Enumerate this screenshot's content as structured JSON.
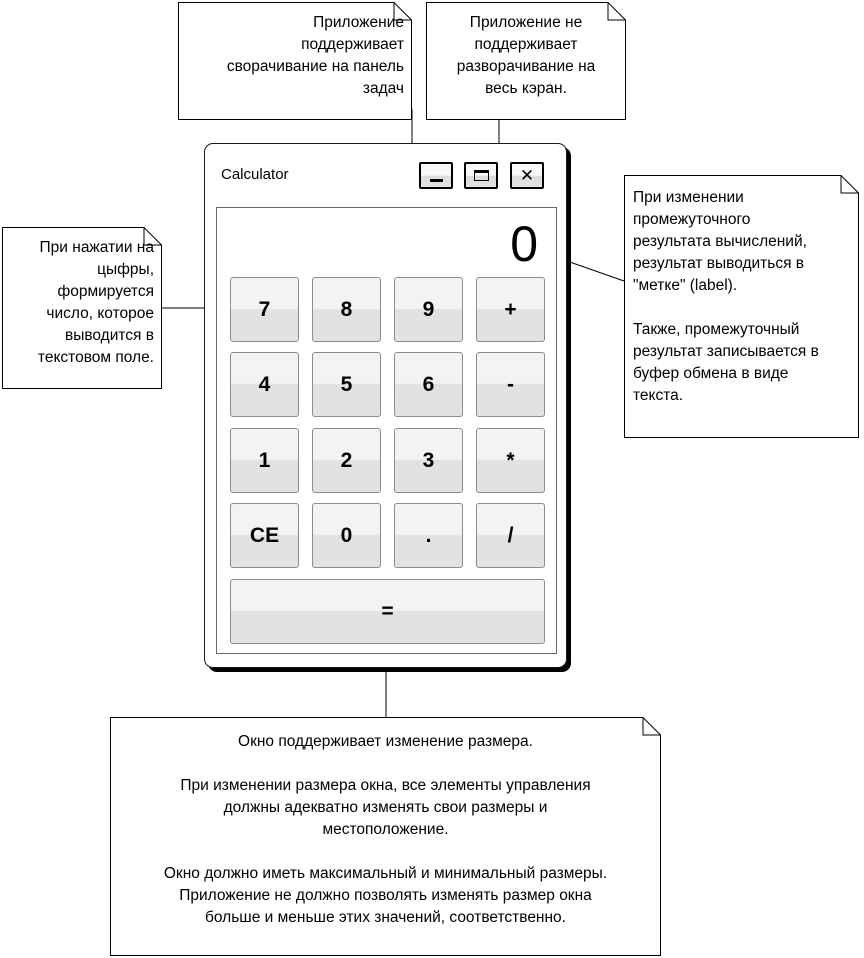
{
  "window": {
    "title": "Calculator",
    "close_glyph": "✕"
  },
  "display": {
    "value": "0"
  },
  "keypad": {
    "rows": [
      [
        "7",
        "8",
        "9",
        "+"
      ],
      [
        "4",
        "5",
        "6",
        "-"
      ],
      [
        "1",
        "2",
        "3",
        "*"
      ],
      [
        "CE",
        "0",
        ".",
        "/"
      ]
    ],
    "equals": "="
  },
  "notes": {
    "minimize": "Приложение\nподдерживает\nсворачивание на панель\nзадач",
    "maximize": "Приложение не\nподдерживает\nразворачивание на\nвесь кэран.",
    "digits": "При нажатии на\nцыфры,\nформируется\nчисло, которое\nвыводится в\nтекстовом поле.",
    "label": "При изменении\nпромежуточного\nрезультата вычислений,\nрезультат выводиться в\n\"метке\" (label).\n\nТакже, промежуточный\nрезультат записывается в\nбуфер обмена в виде\nтекста.",
    "resize": "Окно поддерживает изменение размера.\n\nПри изменении размера окна, все элементы управления\nдолжны адекватно изменять свои размеры и\nместоположение.\n\nОкно должно иметь максимальный и минимальный размеры.\nПриложение не должно позволять изменять размер окна\nбольше и меньше этих значений, соответственно."
  }
}
